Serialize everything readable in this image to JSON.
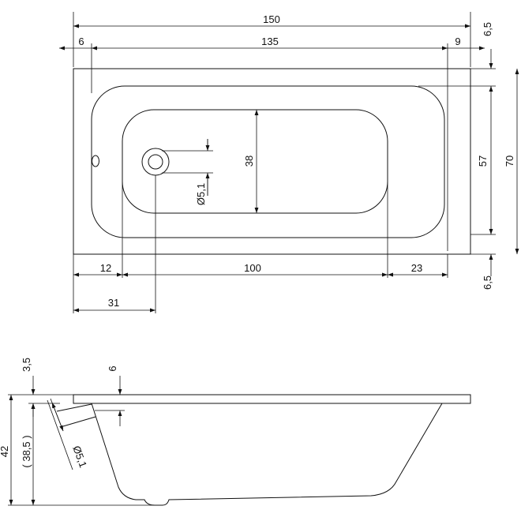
{
  "top_view": {
    "dims": {
      "overall_length": "150",
      "inner_length": "135",
      "left_rim": "6",
      "right_rim": "9",
      "top_rim": "6,5",
      "bottom_rim": "6,5",
      "inner_width": "57",
      "overall_width": "70",
      "floor_width": "38",
      "drain_diameter": "Ø5,1",
      "left_to_floor": "12",
      "floor_length": "100",
      "floor_to_right": "23",
      "drain_offset": "31"
    }
  },
  "side_view": {
    "dims": {
      "rim_thickness": "3,5",
      "overflow_offset": "6",
      "total_height": "42",
      "inner_height": "( 38,5 )",
      "overflow_diameter": "Ø5,1"
    }
  }
}
